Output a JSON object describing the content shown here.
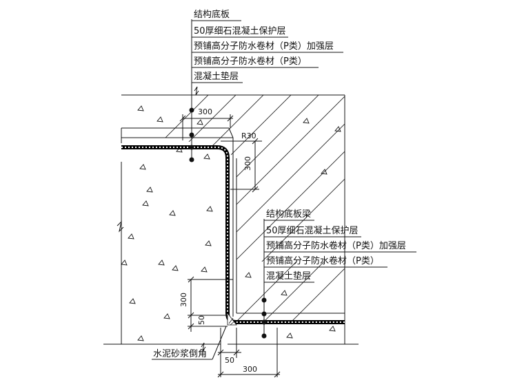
{
  "top_callout": {
    "items": [
      "结构底板",
      "50厚细石混凝土保护层",
      "预铺高分子防水卷材（P类）加强层",
      "预铺高分子防水卷材（P类）",
      "混凝土垫层"
    ]
  },
  "right_callout": {
    "items": [
      "结构底板梁",
      "50厚细石混凝土保护层",
      "预铺高分子防水卷材（P类）加强层",
      "预铺高分子防水卷材（P类）",
      "混凝土垫层"
    ]
  },
  "dimensions": {
    "top_300": "300",
    "radius": "R30",
    "vertical_300_top": "300",
    "vertical_300_bottom": "300",
    "vertical_50": "50",
    "bottom_50": "50",
    "bottom_300": "300"
  },
  "fillet_label": "水泥砂浆倒角",
  "colors": {
    "line": "#111111",
    "membrane": "#000000",
    "membrane_dots": "#ffffff"
  }
}
